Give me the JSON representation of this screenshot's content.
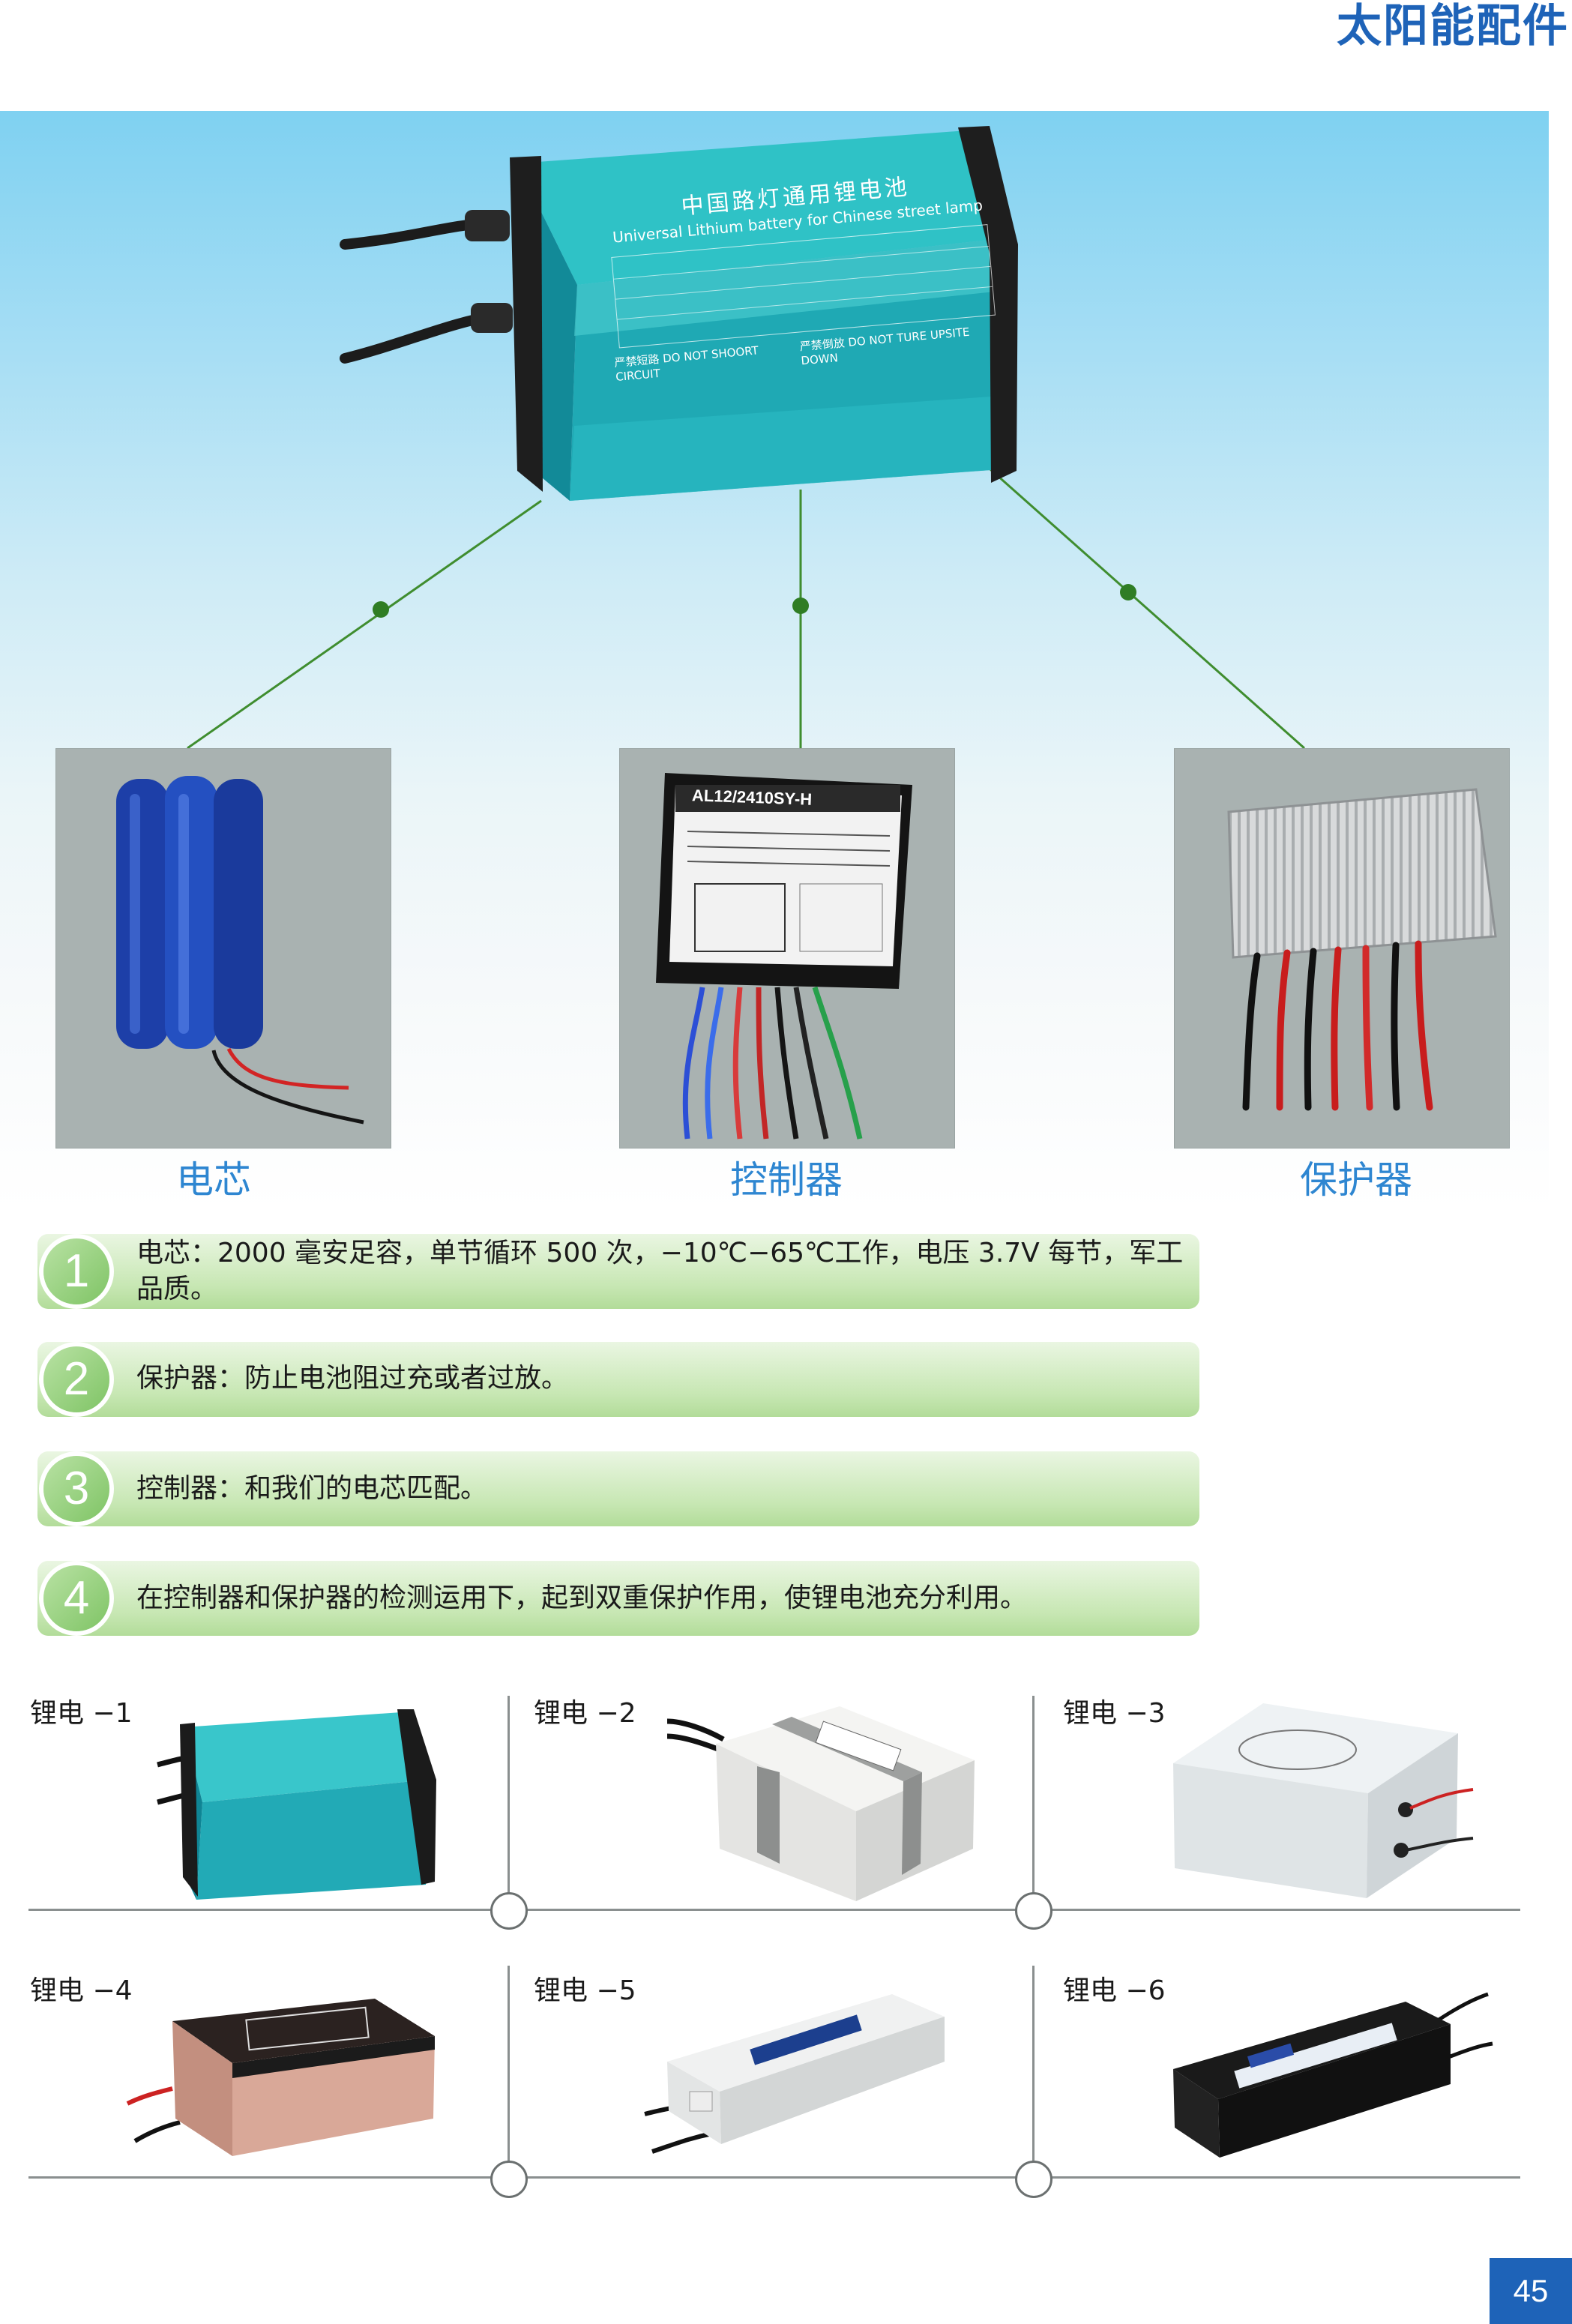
{
  "header": {
    "title": "太阳能配件"
  },
  "hero": {
    "battery_label_cn": "中国路灯通用锂电池",
    "battery_label_en": "Universal Lithium battery for Chinese street lamp",
    "battery_warning_1": "严禁短路 DO NOT SHOORT CIRCUIT",
    "battery_warning_2": "严禁倒放 DO NOT TURE UPSITE DOWN"
  },
  "components": [
    {
      "label": "电芯"
    },
    {
      "label": "控制器",
      "device_model": "AL12/2410SY-H"
    },
    {
      "label": "保护器"
    }
  ],
  "features": [
    {
      "number": "1",
      "text": "电芯：2000 毫安足容，单节循环 500 次，−10℃−65℃工作，电压 3.7V 每节，军工品质。"
    },
    {
      "number": "2",
      "text": "保护器：防止电池阻过充或者过放。"
    },
    {
      "number": "3",
      "text": "控制器：和我们的电芯匹配。"
    },
    {
      "number": "4",
      "text": "在控制器和保护器的检测运用下，起到双重保护作用，使锂电池充分利用。"
    }
  ],
  "catalog": [
    {
      "label": "锂电 −1"
    },
    {
      "label": "锂电 −2"
    },
    {
      "label": "锂电 −3"
    },
    {
      "label": "锂电 −4"
    },
    {
      "label": "锂电 −5"
    },
    {
      "label": "锂电 −6"
    }
  ],
  "page_number": "45",
  "colors": {
    "title_blue": "#1e63b8",
    "label_blue": "#2e86d1",
    "connector_green": "#3f8d2f",
    "bar_green": "#c7e7b3"
  }
}
